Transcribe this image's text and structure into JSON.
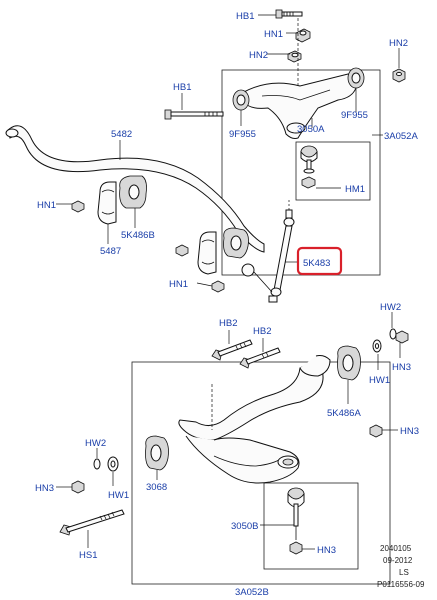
{
  "labels": {
    "hb1_top": "HB1",
    "hn1_top": "HN1",
    "hn2_upper": "HN2",
    "hn2_right": "HN2",
    "hb1_upper": "HB1",
    "bush_9f955_left": "9F955",
    "bush_9f955_right": "9F955",
    "arm_3050a": "3050A",
    "arm_3a052a": "3A052A",
    "hm1": "HM1",
    "bar_5482": "5482",
    "hn1_left": "HN1",
    "bush_5k486b": "5K486B",
    "clamp_5487": "5487",
    "link_5k483": "5K483",
    "hn1_lower": "HN1",
    "hb2_left": "HB2",
    "hb2_right": "HB2",
    "hw2_right": "HW2",
    "hw1_right": "HW1",
    "hn3_right_top": "HN3",
    "bush_5k486a": "5K486A",
    "hn3_right_mid": "HN3",
    "hw2_left": "HW2",
    "hn3_left": "HN3",
    "hw1_left": "HW1",
    "bush_3068": "3068",
    "hs1": "HS1",
    "joint_3050b": "3050B",
    "hn3_bottom": "HN3",
    "arm_3a052b": "3A052B"
  },
  "meta": {
    "code": "2040105",
    "date": "09-2012",
    "region": "LS",
    "ref": "P0116556-09"
  },
  "colors": {
    "label": "#1a3ea8",
    "highlight": "#d9202a",
    "line": "#111111"
  }
}
